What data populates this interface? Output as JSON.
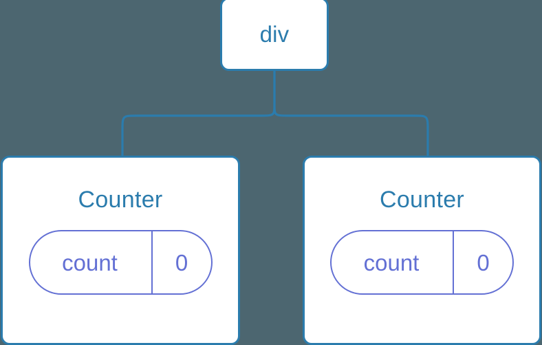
{
  "diagram": {
    "type": "component-tree",
    "background_color": "#4c6670",
    "node_border_color": "#2b7cad",
    "node_fill_color": "#ffffff",
    "node_label_color": "#2b7cad",
    "state_accent_color": "#6370d4",
    "connector_color": "#2b7cad",
    "root": {
      "label": "div"
    },
    "children": [
      {
        "label": "Counter",
        "state": {
          "key": "count",
          "value": "0"
        }
      },
      {
        "label": "Counter",
        "state": {
          "key": "count",
          "value": "0"
        }
      }
    ]
  }
}
